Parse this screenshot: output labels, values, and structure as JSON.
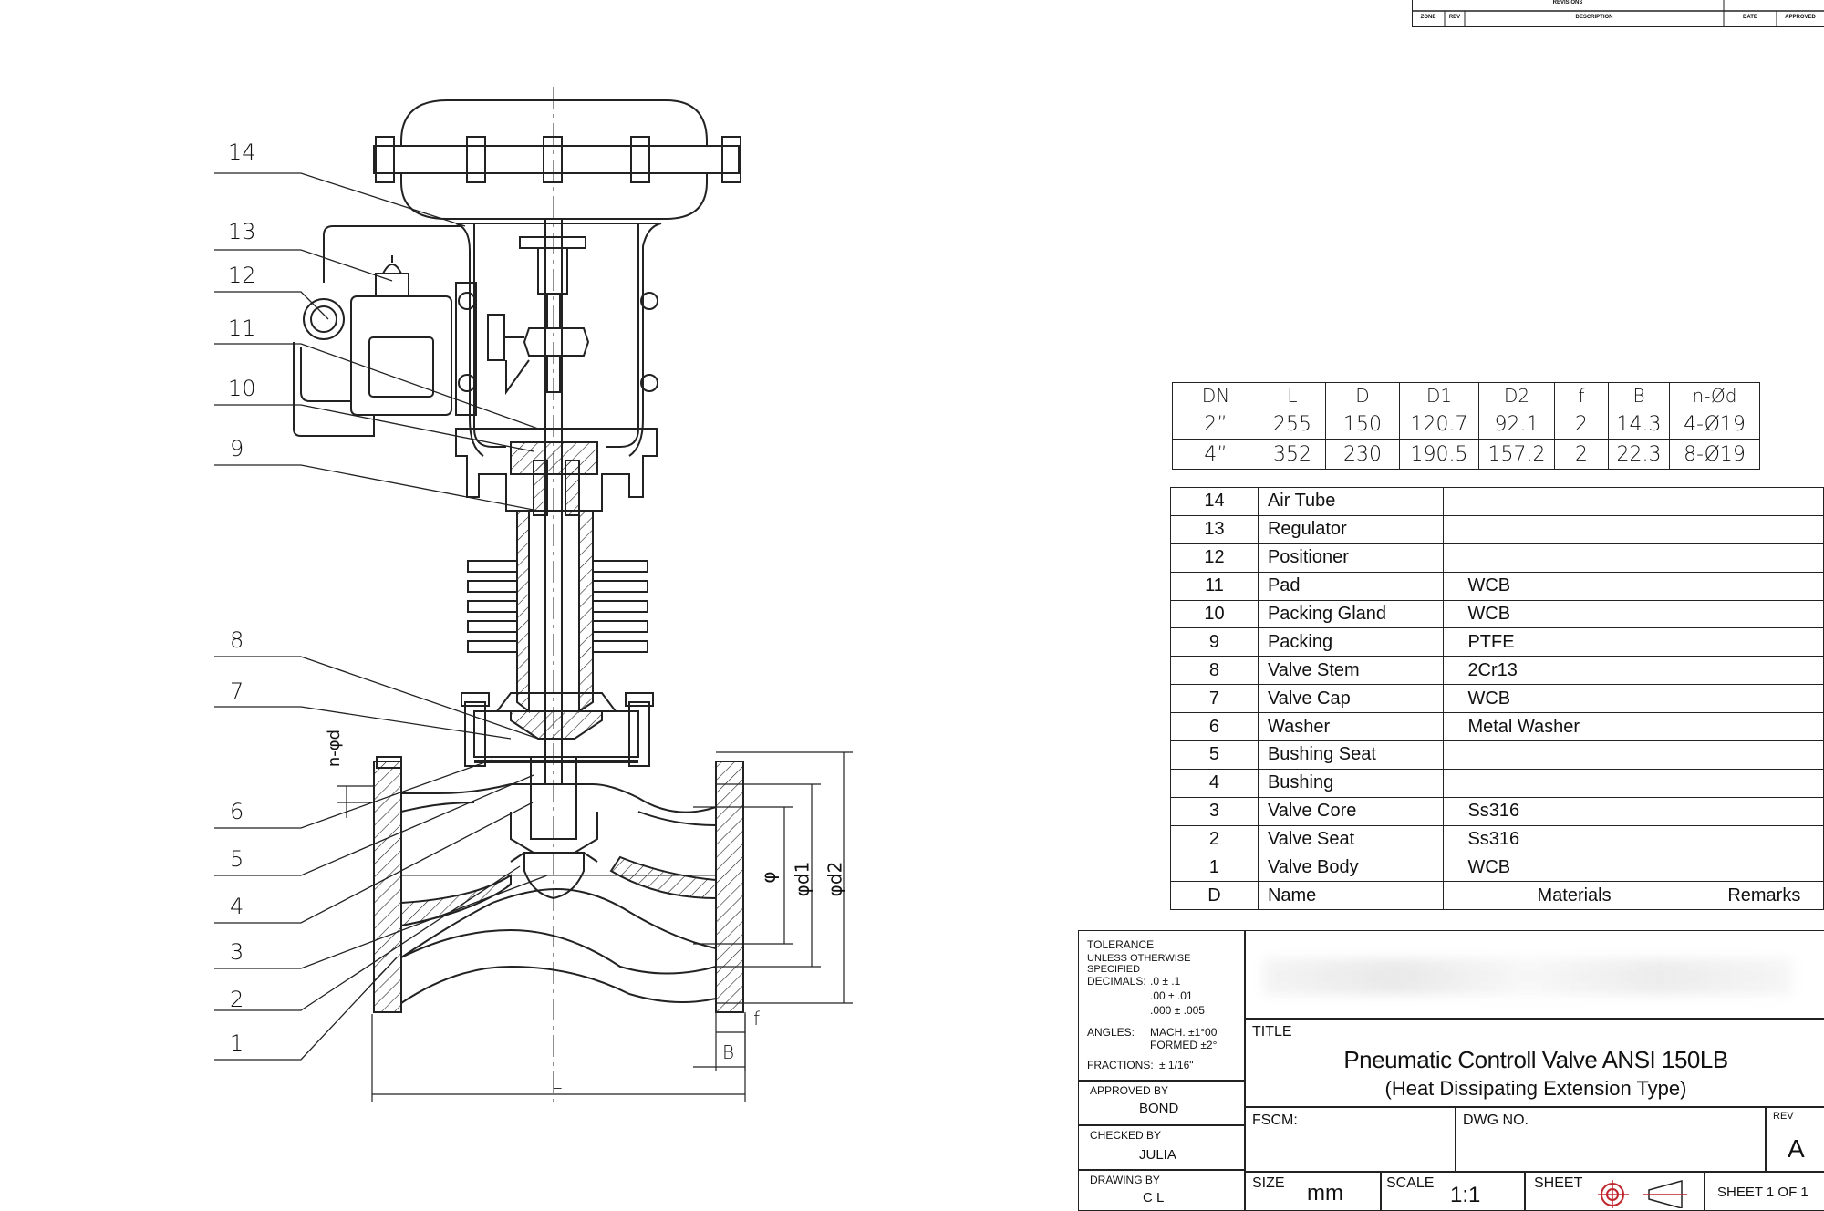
{
  "revisions": {
    "title": "REVISIONS",
    "headers": [
      "ZONE",
      "REV",
      "DESCRIPTION",
      "DATE",
      "APPROVED"
    ]
  },
  "callouts": [
    "14",
    "13",
    "12",
    "11",
    "10",
    "9",
    "8",
    "7",
    "6",
    "5",
    "4",
    "3",
    "2",
    "1"
  ],
  "dimension_labels": {
    "L": "L",
    "B": "B",
    "f": "f",
    "phi": "φ",
    "phi_d1": "φd1",
    "phi_d2": "φd2",
    "n_phi_d": "n-φd"
  },
  "dimension_table": {
    "headers": [
      "DN",
      "L",
      "D",
      "D1",
      "D2",
      "f",
      "B",
      "n-Ød"
    ],
    "rows": [
      [
        "2”",
        "255",
        "150",
        "120.7",
        "92.1",
        "2",
        "14.3",
        "4-Ø19"
      ],
      [
        "4”",
        "352",
        "230",
        "190.5",
        "157.2",
        "2",
        "22.3",
        "8-Ø19"
      ]
    ]
  },
  "parts_table": {
    "rows": [
      {
        "no": "14",
        "name": "Air Tube",
        "material": "",
        "remarks": ""
      },
      {
        "no": "13",
        "name": "Regulator",
        "material": "",
        "remarks": ""
      },
      {
        "no": "12",
        "name": "Positioner",
        "material": "",
        "remarks": ""
      },
      {
        "no": "11",
        "name": "Pad",
        "material": "WCB",
        "remarks": ""
      },
      {
        "no": "10",
        "name": "Packing Gland",
        "material": "WCB",
        "remarks": ""
      },
      {
        "no": "9",
        "name": "Packing",
        "material": "PTFE",
        "remarks": ""
      },
      {
        "no": "8",
        "name": "Valve Stem",
        "material": "2Cr13",
        "remarks": ""
      },
      {
        "no": "7",
        "name": "Valve Cap",
        "material": "WCB",
        "remarks": ""
      },
      {
        "no": "6",
        "name": "Washer",
        "material": "Metal Washer",
        "remarks": ""
      },
      {
        "no": "5",
        "name": "Bushing Seat",
        "material": "",
        "remarks": ""
      },
      {
        "no": "4",
        "name": "Bushing",
        "material": "",
        "remarks": ""
      },
      {
        "no": "3",
        "name": "Valve Core",
        "material": "Ss316",
        "remarks": ""
      },
      {
        "no": "2",
        "name": "Valve Seat",
        "material": "Ss316",
        "remarks": ""
      },
      {
        "no": "1",
        "name": "Valve Body",
        "material": "WCB",
        "remarks": ""
      }
    ],
    "footer": {
      "no": "D",
      "name": "Name",
      "material": "Materials",
      "remarks": "Remarks"
    }
  },
  "title_block": {
    "tolerance": "TOLERANCE",
    "unless": "UNLESS OTHERWISE SPECIFIED",
    "decimals_label": "DECIMALS:",
    "decimals": [
      ".0 ± .1",
      ".00 ± .01",
      ".000 ± .005"
    ],
    "angles_label": "ANGLES:",
    "angles": [
      "MACH. ±1°00'",
      "FORMED ±2°"
    ],
    "fractions_label": "FRACTIONS:",
    "fractions": "± 1/16\"",
    "approved_by_label": "APPROVED BY",
    "approved_by": "BOND",
    "checked_by_label": "CHECKED BY",
    "checked_by": "JULIA",
    "drawing_by_label": "DRAWING BY",
    "drawing_by": "C L",
    "title_label": "TITLE",
    "title_line1": "Pneumatic Controll Valve ANSI 150LB",
    "title_line2": "(Heat Dissipating Extension Type)",
    "fscm_label": "FSCM:",
    "dwg_no_label": "DWG NO.",
    "rev_label": "REV",
    "rev": "A",
    "size_label": "SIZE",
    "size": "mm",
    "scale_label": "SCALE",
    "scale": "1:1",
    "sheet_label": "SHEET",
    "sheet": "SHEET 1 OF 1"
  }
}
